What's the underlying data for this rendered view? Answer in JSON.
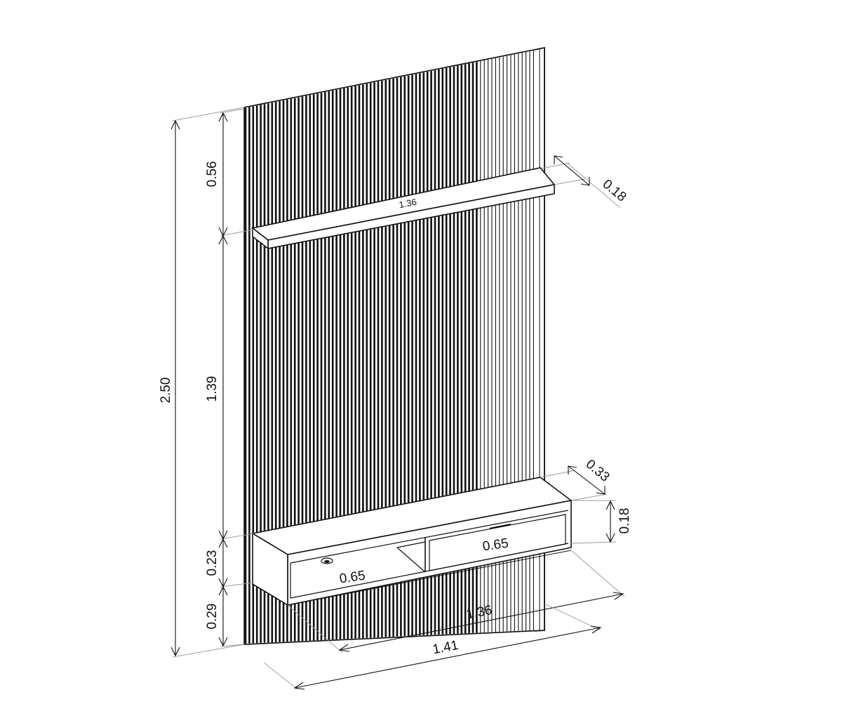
{
  "dimensions": {
    "total_height": "2.50",
    "top_gap": "0.56",
    "middle_height": "1.39",
    "unit_height": "0.23",
    "bottom_gap": "0.29",
    "shelf_length": "1.36",
    "shelf_depth": "0.18",
    "unit_depth": "0.33",
    "drawer_height": "0.18",
    "drawer_left_width": "0.65",
    "drawer_right_width": "0.65",
    "unit_length": "1.36",
    "panel_width": "1.41"
  },
  "colors": {
    "line": "#111111",
    "extension": "#9a9a9a",
    "background": "#ffffff"
  }
}
